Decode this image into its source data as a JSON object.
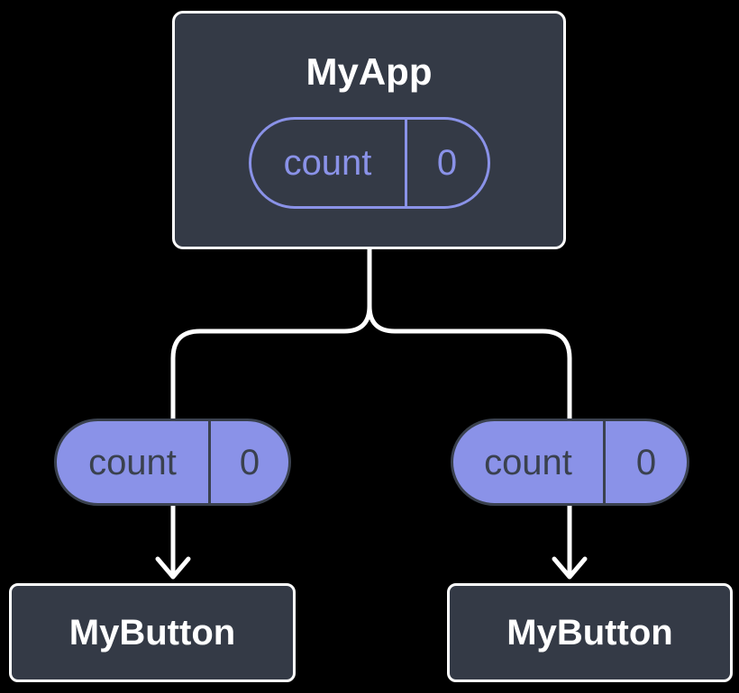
{
  "diagram_type": "react-component-tree-passing-props",
  "colors": {
    "background": "#000000",
    "node_fill": "#343A46",
    "node_border": "#FFFFFF",
    "node_title_text": "#FFFFFF",
    "accent_purple": "#8A92E8",
    "pill_dark": "#3A414E",
    "connector": "#FFFFFF"
  },
  "root": {
    "title": "MyApp",
    "pill": {
      "label": "count",
      "value": "0"
    }
  },
  "left": {
    "pill": {
      "label": "count",
      "value": "0"
    },
    "child": {
      "title": "MyButton"
    }
  },
  "right": {
    "pill": {
      "label": "count",
      "value": "0"
    },
    "child": {
      "title": "MyButton"
    }
  }
}
